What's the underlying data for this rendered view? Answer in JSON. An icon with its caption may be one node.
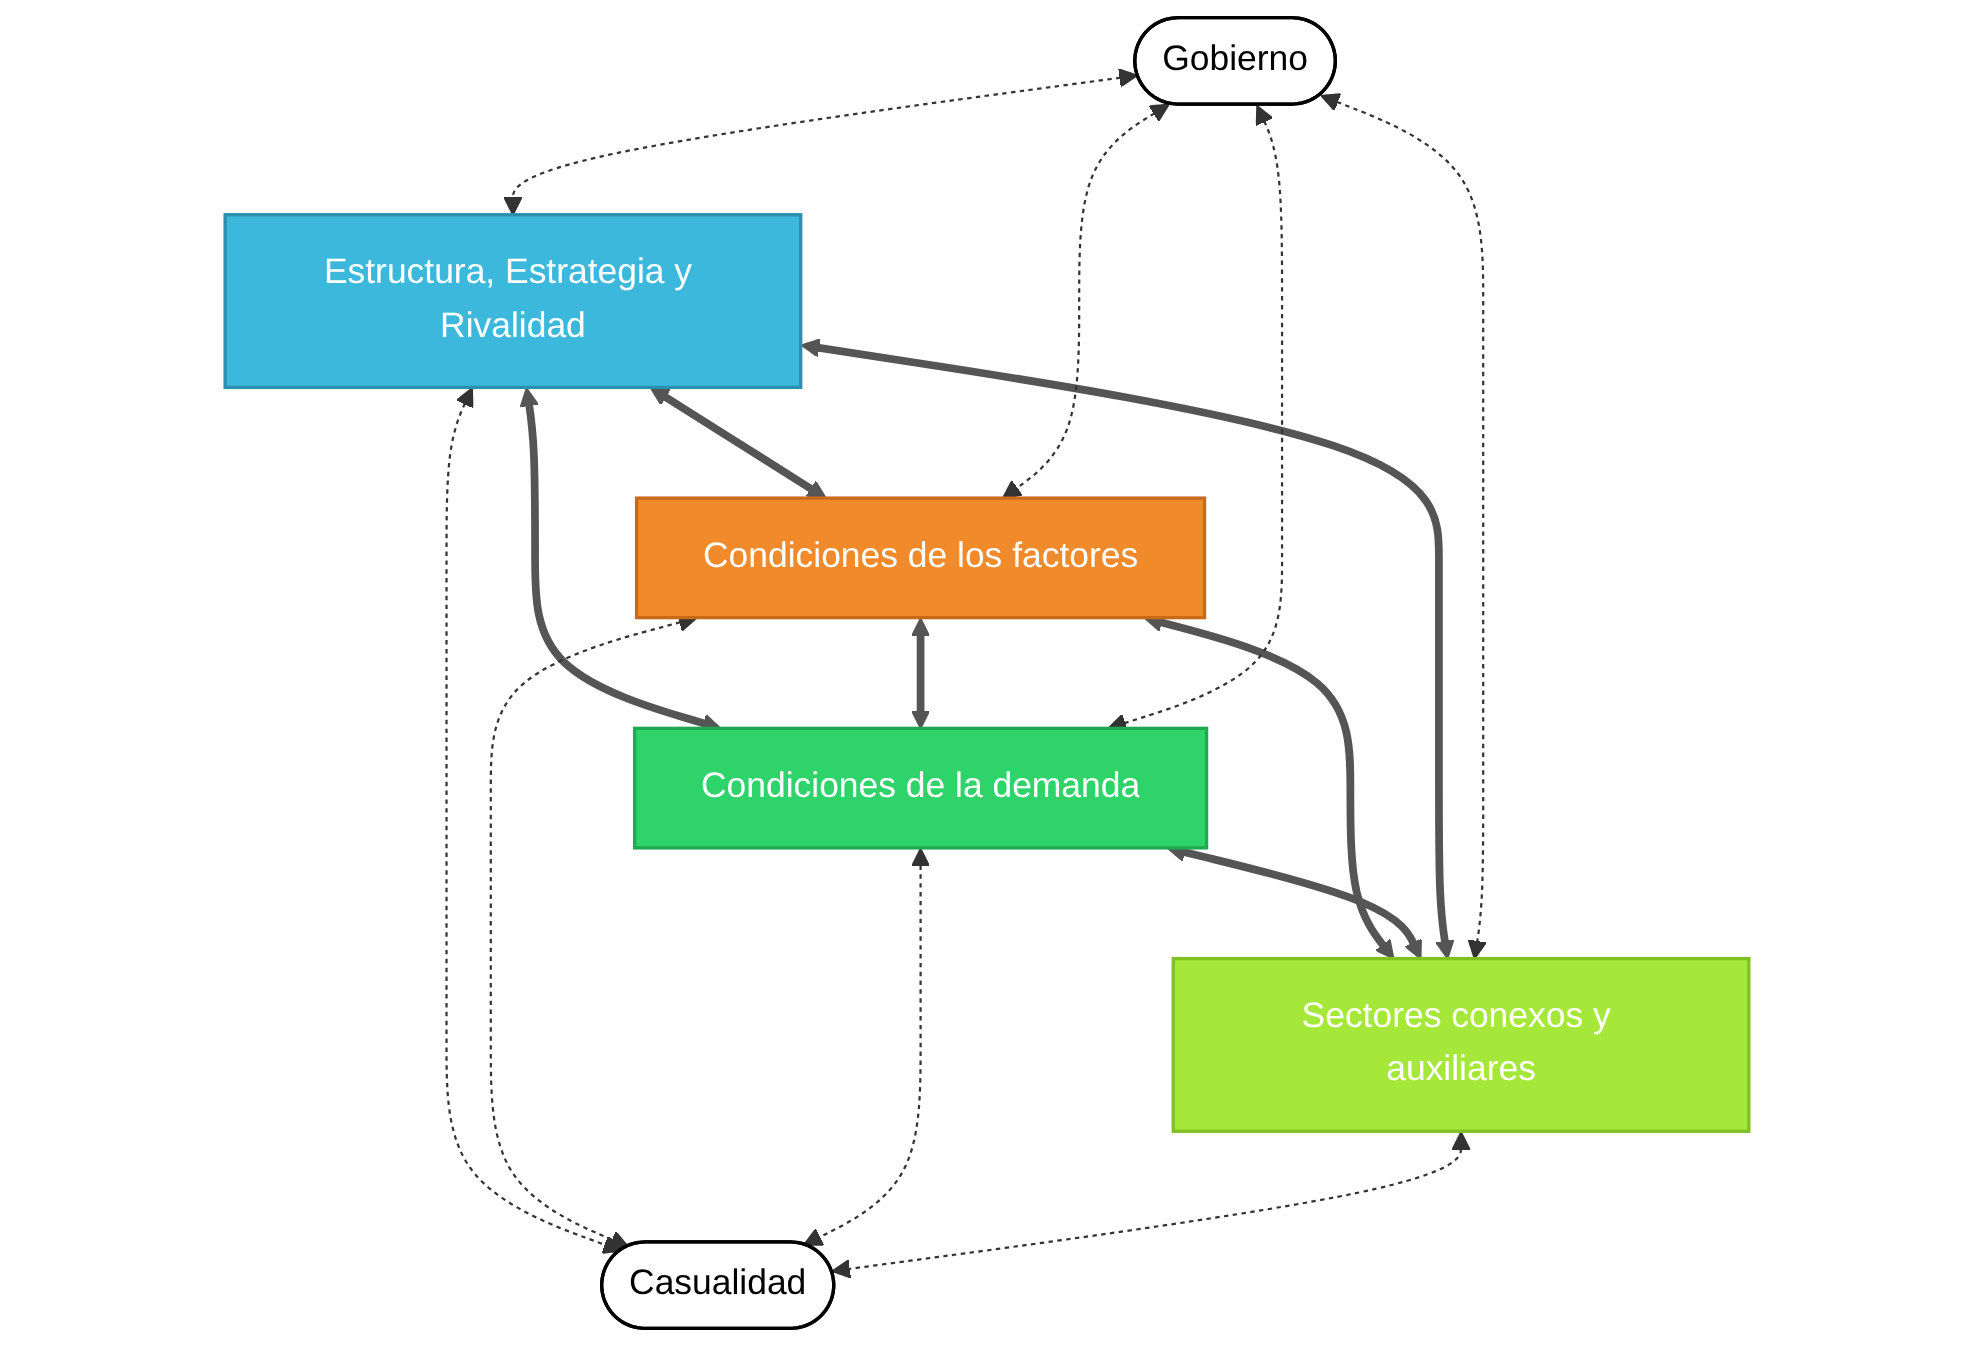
{
  "diagram": {
    "nodes": [
      {
        "text": [
          "Estructura, Estrategia y Rivalidad"
        ]
      },
      {
        "text": [
          "Gobierno"
        ]
      },
      {
        "text": [
          "Condiciones de los factores"
        ]
      },
      {
        "text": [
          "Condiciones de la demanda"
        ]
      },
      {
        "text": [
          "Sectores conexos y auxiliares"
        ]
      },
      {
        "text": [
          "Casualidad"
        ]
      }
    ],
    "edges": [
      {
        "from": 0,
        "to": 2,
        "arrow": "both",
        "style": "thick"
      },
      {
        "from": 0,
        "to": 3,
        "arrow": "both",
        "style": "thick"
      },
      {
        "from": 2,
        "to": 4,
        "arrow": "both",
        "style": "thick"
      },
      {
        "from": 3,
        "to": 4,
        "arrow": "both",
        "style": "thick"
      },
      {
        "from": 0,
        "to": 4,
        "arrow": "both",
        "style": "thick"
      },
      {
        "from": 2,
        "to": 3,
        "arrow": "both",
        "style": "thick"
      },
      {
        "from": 1,
        "to": 0,
        "arrow": "both",
        "style": "dashed"
      },
      {
        "from": 1,
        "to": 2,
        "arrow": "both",
        "style": "dashed"
      },
      {
        "from": 1,
        "to": 3,
        "arrow": "both",
        "style": "dashed"
      },
      {
        "from": 1,
        "to": 4,
        "arrow": "both",
        "style": "dashed"
      },
      {
        "from": 0,
        "to": 5,
        "arrow": "both",
        "style": "dashed"
      },
      {
        "from": 2,
        "to": 5,
        "arrow": "both",
        "style": "dashed"
      },
      {
        "from": 3,
        "to": 5,
        "arrow": "both",
        "style": "dashed"
      },
      {
        "from": 4,
        "to": 5,
        "arrow": "both",
        "style": "dashed"
      }
    ]
  }
}
